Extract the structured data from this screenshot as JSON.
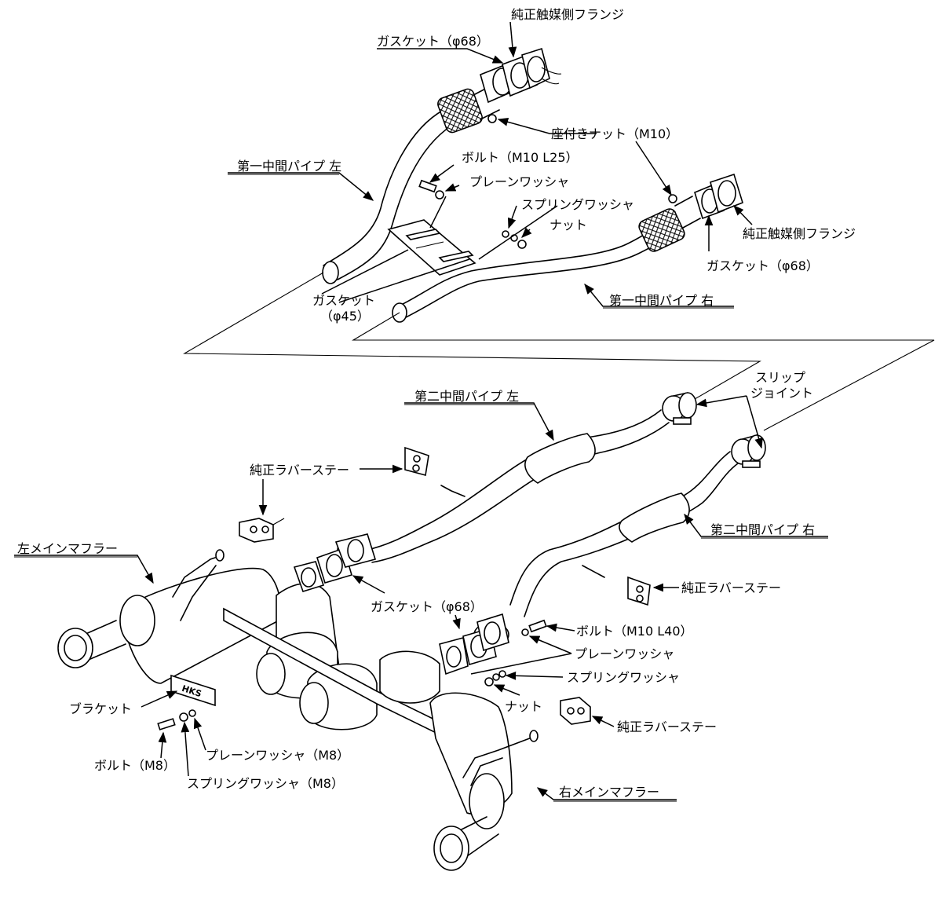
{
  "labels": {
    "genuine_cat_flange_top": "純正触媒側フランジ",
    "gasket_68_top": "ガスケット（φ68）",
    "flange_nut_m10": "座付きナット（M10）",
    "first_mid_pipe_left": "第一中間パイプ 左",
    "bolt_m10_l25": "ボルト（M10 L25）",
    "plain_washer_top": "プレーンワッシャ",
    "spring_washer_top": "スプリングワッシャ",
    "nut_top": "ナット",
    "genuine_cat_flange_right": "純正触媒側フランジ",
    "gasket_68_right": "ガスケット（φ68）",
    "gasket_45_line1": "ガスケット",
    "gasket_45_line2": "（φ45）",
    "first_mid_pipe_right": "第一中間パイプ 右",
    "slip_joint_line1": "スリップ",
    "slip_joint_line2": "ジョイント",
    "second_mid_pipe_left": "第二中間パイプ 左",
    "genuine_rubber_stay_left": "純正ラバーステー",
    "second_mid_pipe_right": "第二中間パイプ 右",
    "left_main_muffler": "左メインマフラー",
    "genuine_rubber_stay_right": "純正ラバーステー",
    "gasket_68_lower": "ガスケット（φ68）",
    "bolt_m10_l40": "ボルト（M10 L40）",
    "plain_washer_lower": "プレーンワッシャ",
    "spring_washer_lower": "スプリングワッシャ",
    "nut_lower": "ナット",
    "bracket": "ブラケット",
    "genuine_rubber_stay_lower": "純正ラバーステー",
    "plain_washer_m8": "プレーンワッシャ（M8）",
    "bolt_m8": "ボルト（M8）",
    "spring_washer_m8": "スプリングワッシャ（M8）",
    "right_main_muffler": "右メインマフラー",
    "bracket_logo": "HKS"
  }
}
